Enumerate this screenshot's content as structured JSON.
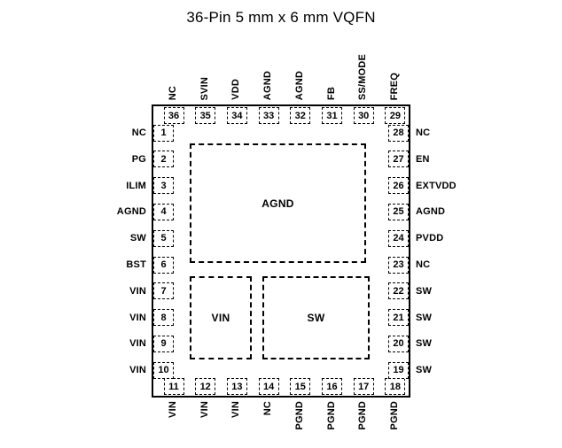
{
  "title": "36-Pin 5 mm x 6 mm VQFN",
  "package": {
    "regions": [
      {
        "id": "agnd",
        "label": "AGND"
      },
      {
        "id": "vin",
        "label": "VIN"
      },
      {
        "id": "sw",
        "label": "SW"
      }
    ],
    "pins": {
      "top": [
        {
          "num": "36",
          "label": "NC"
        },
        {
          "num": "35",
          "label": "SVIN"
        },
        {
          "num": "34",
          "label": "VDD"
        },
        {
          "num": "33",
          "label": "AGND"
        },
        {
          "num": "32",
          "label": "AGND"
        },
        {
          "num": "31",
          "label": "FB"
        },
        {
          "num": "30",
          "label": "SS/MODE"
        },
        {
          "num": "29",
          "label": "FREQ"
        }
      ],
      "left": [
        {
          "num": "1",
          "label": "NC"
        },
        {
          "num": "2",
          "label": "PG"
        },
        {
          "num": "3",
          "label": "ILIM"
        },
        {
          "num": "4",
          "label": "AGND"
        },
        {
          "num": "5",
          "label": "SW"
        },
        {
          "num": "6",
          "label": "BST"
        },
        {
          "num": "7",
          "label": "VIN"
        },
        {
          "num": "8",
          "label": "VIN"
        },
        {
          "num": "9",
          "label": "VIN"
        },
        {
          "num": "10",
          "label": "VIN"
        }
      ],
      "right": [
        {
          "num": "28",
          "label": "NC"
        },
        {
          "num": "27",
          "label": "EN"
        },
        {
          "num": "26",
          "label": "EXTVDD"
        },
        {
          "num": "25",
          "label": "AGND"
        },
        {
          "num": "24",
          "label": "PVDD"
        },
        {
          "num": "23",
          "label": "NC"
        },
        {
          "num": "22",
          "label": "SW"
        },
        {
          "num": "21",
          "label": "SW"
        },
        {
          "num": "20",
          "label": "SW"
        },
        {
          "num": "19",
          "label": "SW"
        }
      ],
      "bottom": [
        {
          "num": "11",
          "label": "VIN"
        },
        {
          "num": "12",
          "label": "VIN"
        },
        {
          "num": "13",
          "label": "VIN"
        },
        {
          "num": "14",
          "label": "NC"
        },
        {
          "num": "15",
          "label": "PGND"
        },
        {
          "num": "16",
          "label": "PGND"
        },
        {
          "num": "17",
          "label": "PGND"
        },
        {
          "num": "18",
          "label": "PGND"
        }
      ]
    }
  },
  "colors": {
    "ink": "#000000",
    "background": "#ffffff"
  }
}
